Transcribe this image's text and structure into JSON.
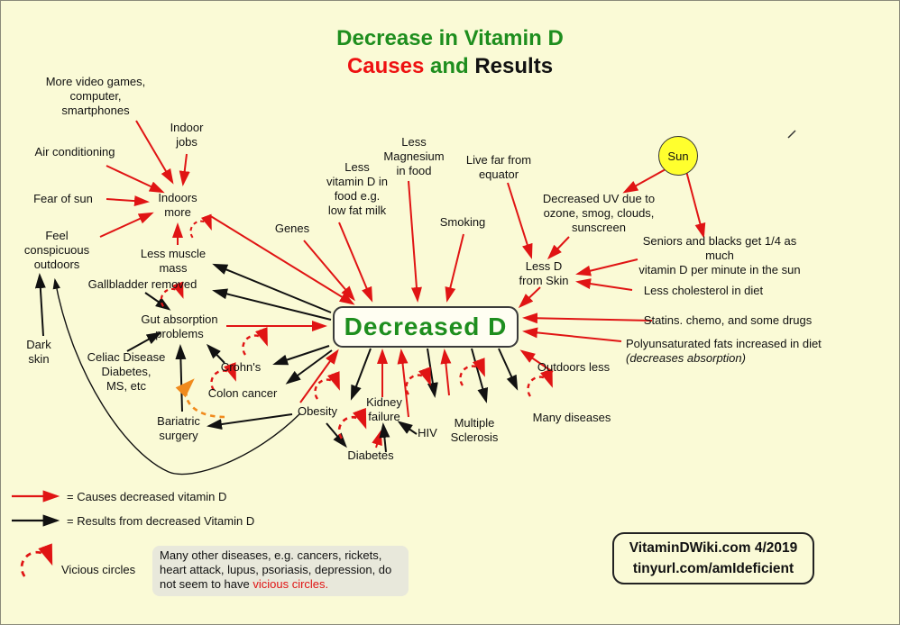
{
  "title": {
    "line1": "Decrease in Vitamin D",
    "causes": "Causes",
    "and": " and ",
    "results": "Results"
  },
  "center_box": {
    "label": "Decreased D"
  },
  "nodes": {
    "video_games": "More video games,\ncomputer,\nsmartphones",
    "indoor_jobs": "Indoor\njobs",
    "air_conditioning": "Air conditioning",
    "fear_of_sun": "Fear of sun",
    "indoors_more": "Indoors\nmore",
    "feel_conspicuous": "Feel\nconspicuous\noutdoors",
    "less_muscle": "Less muscle\nmass",
    "gallbladder": "Gallbladder removed",
    "gut_absorption": "Gut absorption\nproblems",
    "dark_skin": "Dark\nskin",
    "celiac": "Celiac Disease\nDiabetes,\nMS, etc",
    "crohns": "Crohn's",
    "colon_cancer": "Colon cancer",
    "bariatric": "Bariatric\nsurgery",
    "obesity": "Obesity",
    "diabetes": "Diabetes",
    "genes": "Genes",
    "less_vitd_food": "Less\nvitamin D in\nfood e.g.\nlow fat milk",
    "less_magnesium": "Less\nMagnesium\nin food",
    "smoking": "Smoking",
    "live_far": "Live far from\nequator",
    "decreased_uv": "Decreased UV due to\nozone, smog, clouds,\nsunscreen",
    "sun": "Sun",
    "seniors": "Seniors and blacks get 1/4 as much\nvitamin D per minute in the sun",
    "less_cholesterol": "Less cholesterol in diet",
    "less_d_skin": "Less D\nfrom Skin",
    "statins": "Statins. chemo, and some drugs",
    "polyunsat": "Polyunsaturated fats increased in diet",
    "polyunsat_note": "(decreases absorption)",
    "outdoors_less": "Outdoors less",
    "many_diseases": "Many diseases",
    "kidney": "Kidney\nfailure",
    "hiv": "HIV",
    "ms": "Multiple\nSclerosis"
  },
  "legend": {
    "causes": "= Causes decreased vitamin D",
    "results": "= Results from decreased Vitamin D",
    "vicious": "Vicious circles"
  },
  "note": {
    "prefix": "Many other diseases, e.g. cancers, rickets,\nheart attack, lupus, psoriasis, depression,\ndo not seem to have ",
    "highlight": "vicious circles."
  },
  "footer": {
    "line1": "VitaminDWiki.com  4/2019",
    "line2": "tinyurl.com/amIdeficient"
  },
  "colors": {
    "cause_red": "#E01414",
    "result_black": "#111111",
    "title_green": "#1E8E1E",
    "vicious_orange": "#F08A1D",
    "sun_yellow": "#FFFF2E",
    "note_bg": "#E8E8DB",
    "background": "#FAFAD6"
  }
}
